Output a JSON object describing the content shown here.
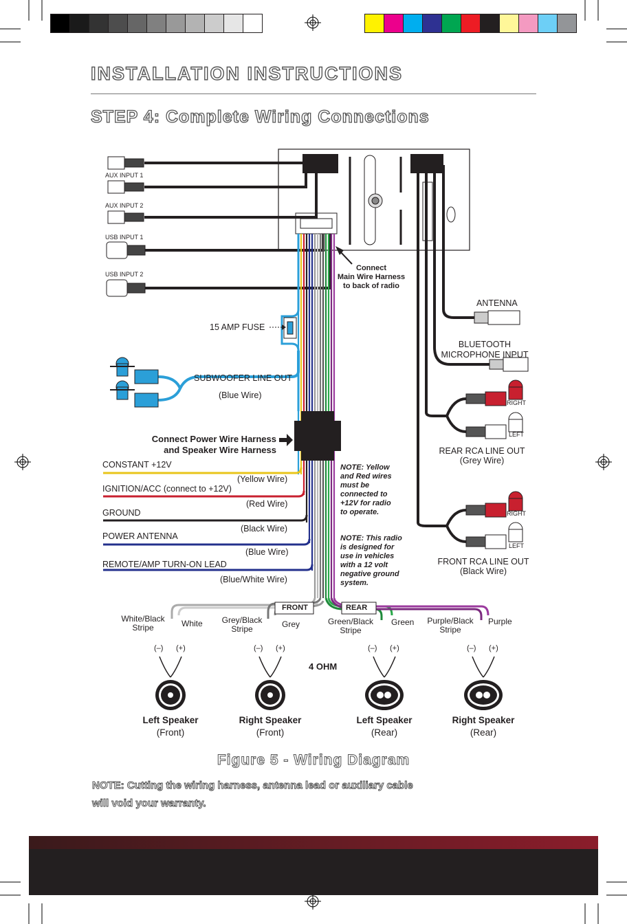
{
  "header": {
    "section_title": "INSTALLATION INSTRUCTIONS",
    "step_title": "STEP 4: Complete Wiring Connections"
  },
  "colors": {
    "gray_swatches": [
      "#000000",
      "#1a1a1a",
      "#333333",
      "#4d4d4d",
      "#666666",
      "#808080",
      "#999999",
      "#b3b3b3",
      "#cccccc",
      "#e6e6e6",
      "#ffffff"
    ],
    "color_swatches": [
      "#fff200",
      "#ec008c",
      "#00aeef",
      "#2e3192",
      "#00a651",
      "#ed1c24",
      "#231f20",
      "#fff799",
      "#f49ac1",
      "#6dcff6",
      "#939598"
    ],
    "yellow": "#e8c51a",
    "red": "#c8202f",
    "blue": "#23308c",
    "light_blue": "#2b9fd8",
    "green": "#1f8a3b",
    "purple": "#7b2a7e",
    "footer_dark": "#231f20",
    "footer_red": "#8b1d2b"
  },
  "inputs": {
    "aux1": "AUX INPUT 1",
    "aux2": "AUX INPUT 2",
    "usb1": "USB INPUT 1",
    "usb2": "USB INPUT 2"
  },
  "labels": {
    "connect_main": [
      "Connect",
      "Main Wire Harness",
      "to back of radio"
    ],
    "fuse": "15 AMP FUSE",
    "antenna": "ANTENNA",
    "bt_mic": [
      "BLUETOOTH",
      "MICROPHONE INPUT"
    ],
    "subwoofer": "SUBWOOFER LINE OUT",
    "subwoofer_wire": "(Blue Wire)",
    "connect_power": [
      "Connect Power Wire Harness",
      "and Speaker Wire Harness"
    ],
    "right": "RIGHT",
    "left": "LEFT",
    "rear_rca": [
      "REAR RCA LINE OUT",
      "(Grey Wire)"
    ],
    "front_rca": [
      "FRONT RCA LINE OUT",
      "(Black Wire)"
    ],
    "front_tag": "FRONT",
    "rear_tag": "REAR",
    "ohm": "4 OHM"
  },
  "power_wires": [
    {
      "name": "CONSTANT +12V",
      "wire": "(Yellow Wire)"
    },
    {
      "name": "IGNITION/ACC (connect to +12V)",
      "wire": "(Red Wire)"
    },
    {
      "name": "GROUND",
      "wire": "(Black Wire)"
    },
    {
      "name": "POWER ANTENNA",
      "wire": "(Blue Wire)"
    },
    {
      "name": "REMOTE/AMP TURN-ON LEAD",
      "wire": "(Blue/White Wire)"
    }
  ],
  "notes": {
    "note1": [
      "NOTE: Yellow",
      "and Red wires",
      "must be",
      "connected to",
      "+12V for radio",
      "to operate."
    ],
    "note2": [
      "NOTE: This radio",
      "is designed for",
      "use in vehicles",
      "with a 12 volt",
      "negative ground",
      "system."
    ]
  },
  "speaker_wires": [
    {
      "neg": "White/Black",
      "neg2": "Stripe",
      "pos": "White"
    },
    {
      "neg": "Grey/Black",
      "neg2": "Stripe",
      "pos": "Grey"
    },
    {
      "neg": "Green/Black",
      "neg2": "Stripe",
      "pos": "Green"
    },
    {
      "neg": "Purple/Black",
      "neg2": "Stripe",
      "pos": "Purple"
    }
  ],
  "polarity": {
    "neg": "(–)",
    "pos": "(+)"
  },
  "speakers": [
    {
      "name": "Left Speaker",
      "position": "(Front)"
    },
    {
      "name": "Right Speaker",
      "position": "(Front)"
    },
    {
      "name": "Left Speaker",
      "position": "(Rear)"
    },
    {
      "name": "Right Speaker",
      "position": "(Rear)"
    }
  ],
  "caption": "Figure 5 - Wiring Diagram",
  "warning": [
    "NOTE: Cutting the wiring harness, antenna lead or auxiliary cable",
    "will void your warranty."
  ]
}
